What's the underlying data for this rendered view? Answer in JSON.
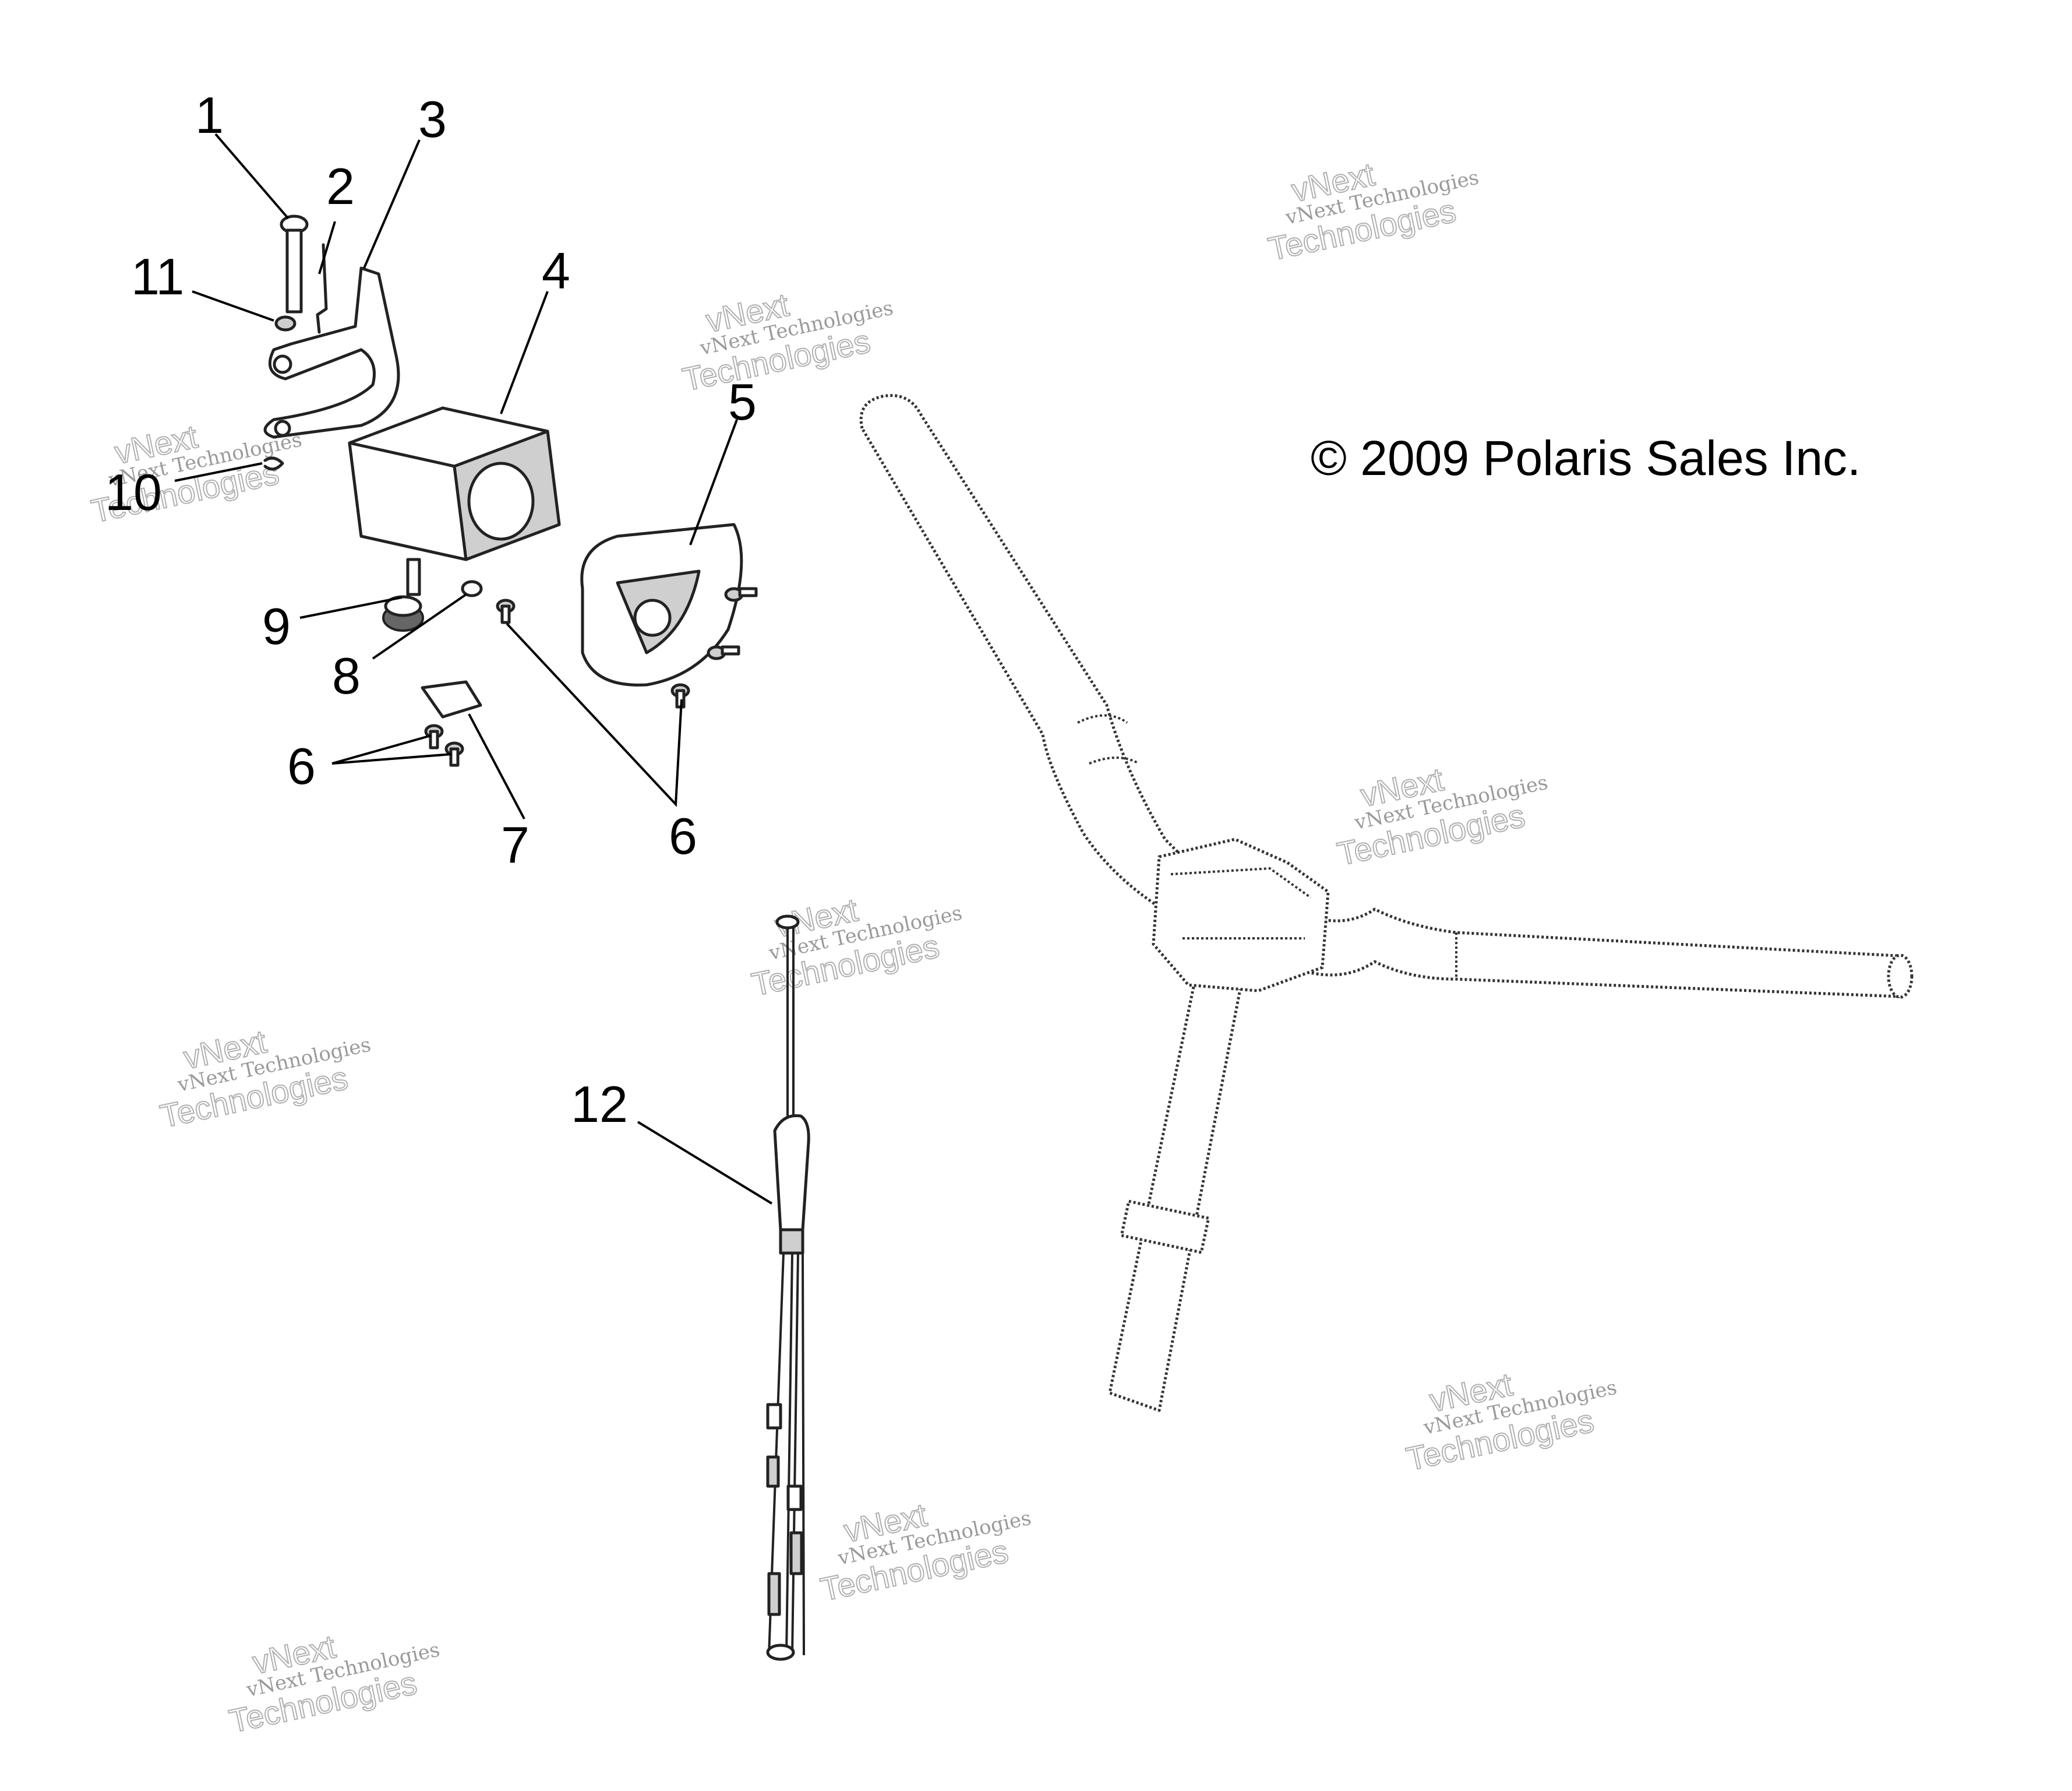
{
  "copyright": "© 2009 Polaris Sales Inc.",
  "callouts": [
    "1",
    "2",
    "3",
    "4",
    "5",
    "6",
    "6",
    "6",
    "7",
    "8",
    "9",
    "10",
    "11",
    "12"
  ],
  "watermark": {
    "line1": "vNext Technologies",
    "line2": "vNext",
    "line3": "Technologies"
  }
}
